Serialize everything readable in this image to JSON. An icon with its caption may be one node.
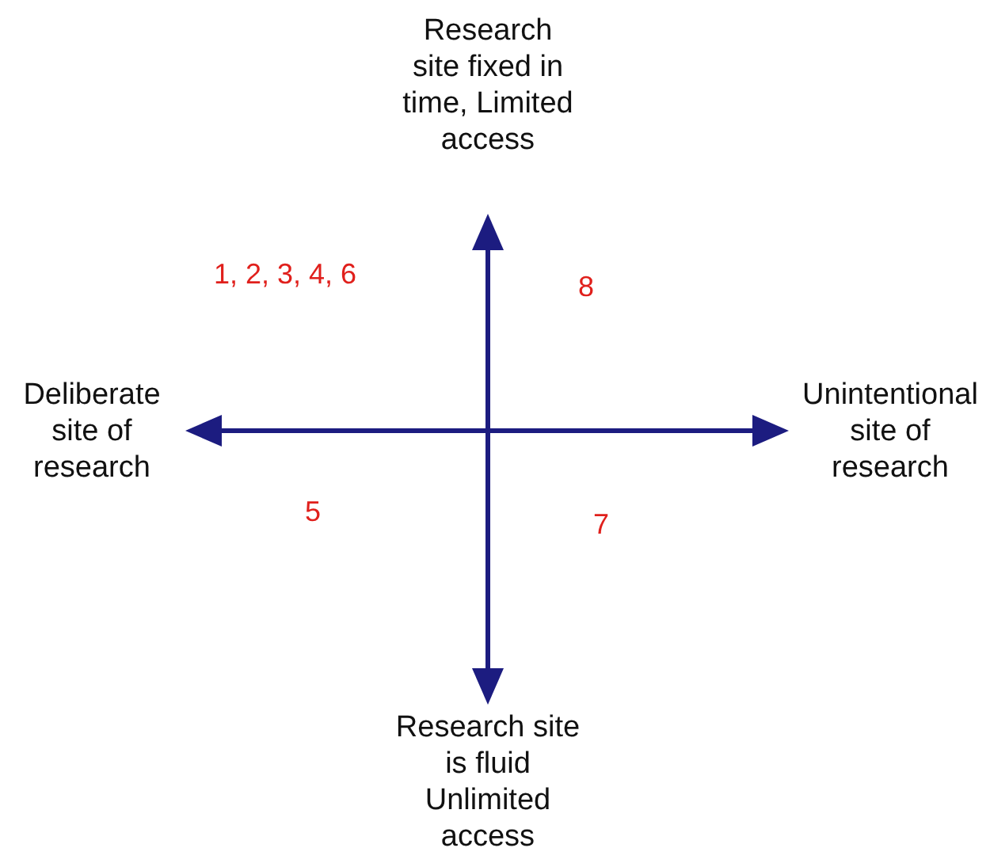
{
  "diagram": {
    "labels": [
      "Research site fixed in time, Limited access",
      "1, 2, 3, 4, 6",
      "8",
      "Deliberate site of research",
      "Unintentional site of research",
      "5",
      "7",
      "Research site is fluid Unlimited access"
    ]
  }
}
